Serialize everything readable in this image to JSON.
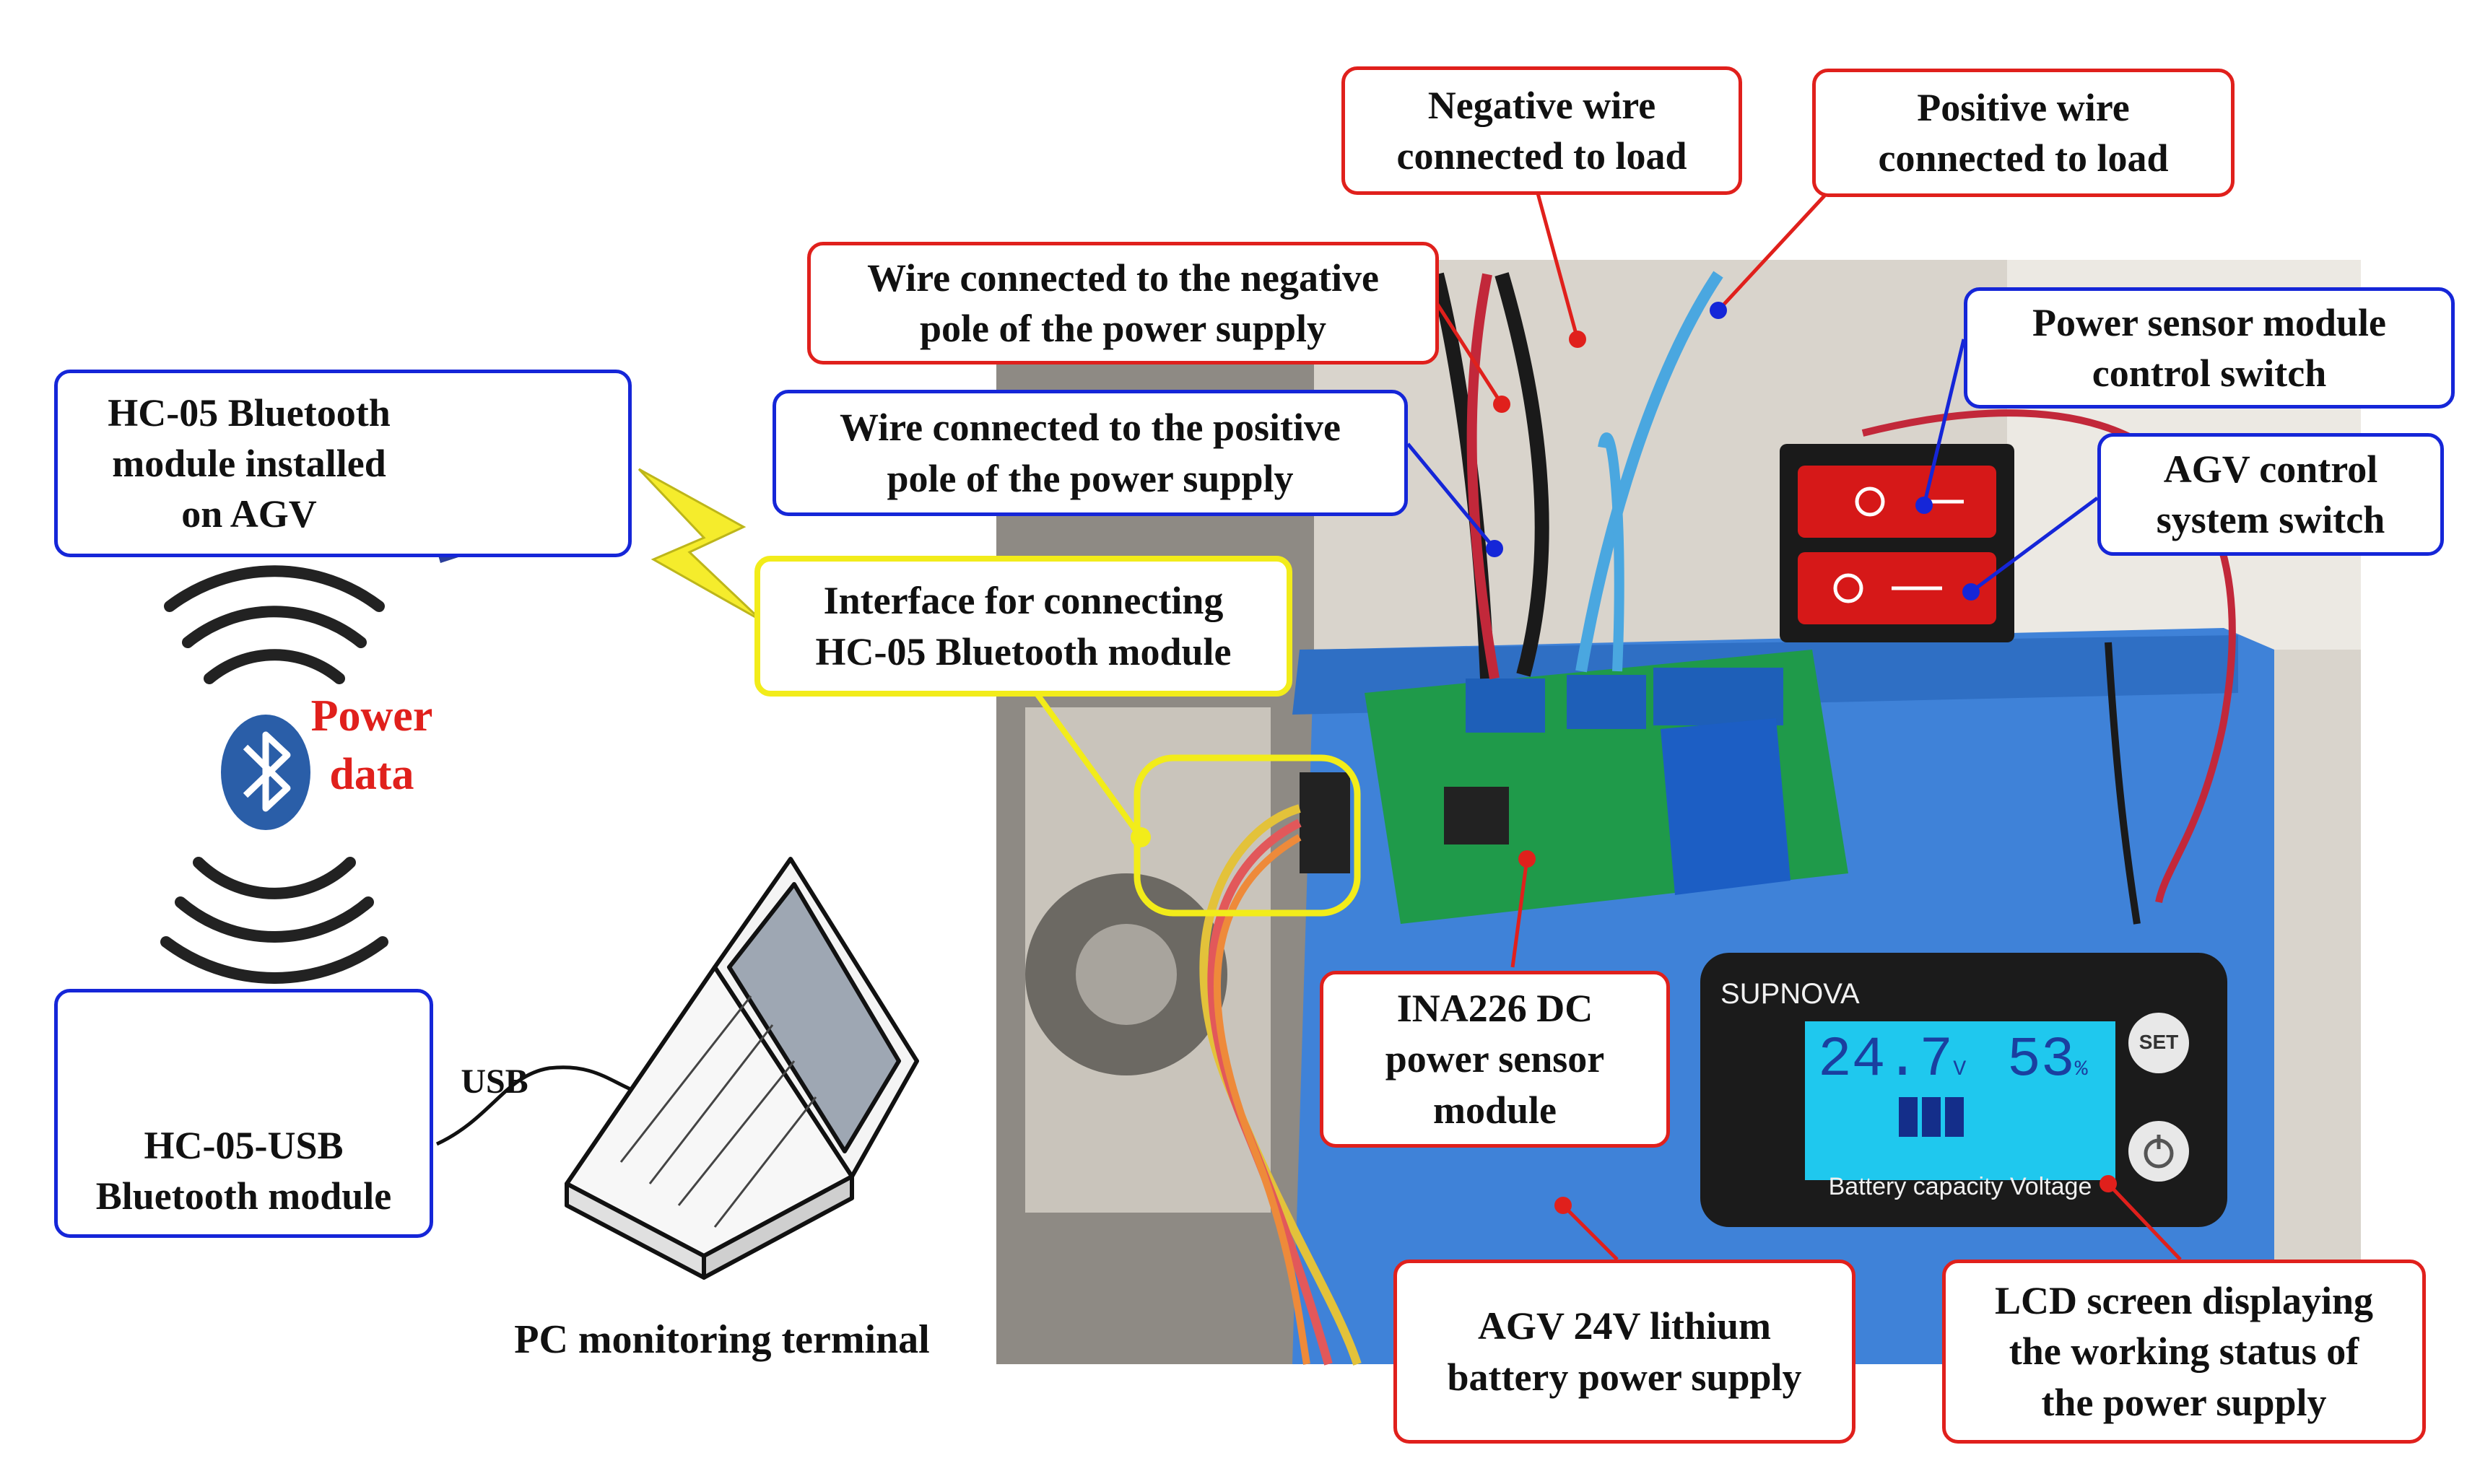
{
  "callouts": {
    "negative_load": "Negative wire\nconnected to load",
    "positive_load": "Positive wire\nconnected to load",
    "negative_pole": "Wire connected to the negative\npole of the power supply",
    "positive_pole": "Wire connected to the positive\npole of the power supply",
    "sensor_switch": "Power sensor module\ncontrol switch",
    "agv_switch": "AGV control\nsystem switch",
    "hc05_interface": "Interface for connecting\nHC-05 Bluetooth module",
    "hc05_agv": "HC-05 Bluetooth\nmodule installed\non AGV",
    "hc05_usb": "HC-05-USB\nBluetooth module",
    "ina226": "INA226 DC\npower sensor\nmodule",
    "battery": "AGV 24V lithium\nbattery power supply",
    "lcd": "LCD screen displaying\nthe working status of\nthe power supply"
  },
  "labels": {
    "power_data": "Power\ndata",
    "usb": "USB",
    "pc_terminal": "PC monitoring terminal"
  },
  "lcd_panel": {
    "brand": "SUPNOVA",
    "voltage": "24.7",
    "voltage_unit": "V",
    "percent": "53",
    "percent_unit": "%",
    "set": "SET",
    "caption": "Battery capacity Voltage"
  },
  "colors": {
    "callout_red": "#e0201c",
    "callout_blue": "#1526d8",
    "callout_yellow": "#f2ec1a",
    "power_data_text": "#e0201c",
    "bluetooth_badge": "#2a5ea8"
  }
}
